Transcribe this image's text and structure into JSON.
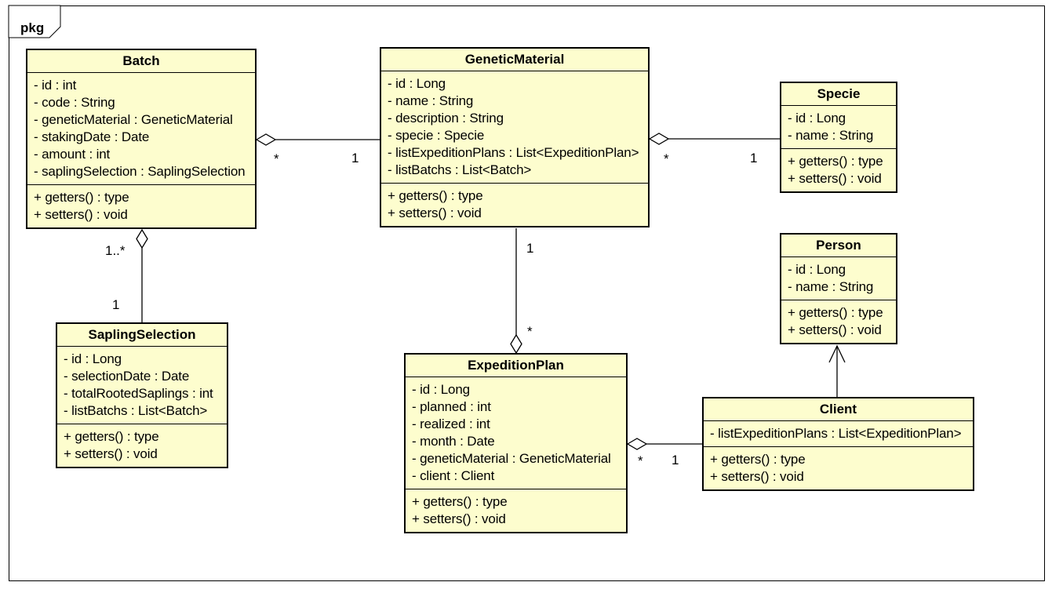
{
  "package_label": "pkg",
  "colors": {
    "class_fill": "#FDFDCE",
    "border": "#000000",
    "background": "#FFFFFF"
  },
  "classes": [
    {
      "name": "Batch",
      "attributes": [
        "- id : int",
        "- code : String",
        "- geneticMaterial : GeneticMaterial",
        "- stakingDate : Date",
        "- amount : int",
        "- saplingSelection : SaplingSelection"
      ],
      "methods": [
        "+ getters() : type",
        "+ setters() : void"
      ]
    },
    {
      "name": "GeneticMaterial",
      "attributes": [
        "- id : Long",
        "- name : String",
        "- description : String",
        "- specie : Specie",
        "- listExpeditionPlans : List<ExpeditionPlan>",
        "- listBatchs : List<Batch>"
      ],
      "methods": [
        "+ getters() : type",
        "+ setters() : void"
      ]
    },
    {
      "name": "Specie",
      "attributes": [
        "- id : Long",
        "- name : String"
      ],
      "methods": [
        "+ getters() : type",
        "+ setters() : void"
      ]
    },
    {
      "name": "Person",
      "attributes": [
        "- id : Long",
        "- name : String"
      ],
      "methods": [
        "+ getters() : type",
        "+ setters() : void"
      ]
    },
    {
      "name": "SaplingSelection",
      "attributes": [
        "- id : Long",
        "- selectionDate : Date",
        "- totalRootedSaplings : int",
        "- listBatchs : List<Batch>"
      ],
      "methods": [
        "+ getters() : type",
        "+ setters() : void"
      ]
    },
    {
      "name": "ExpeditionPlan",
      "attributes": [
        "- id : Long",
        "- planned : int",
        "- realized : int",
        "- month : Date",
        "- geneticMaterial : GeneticMaterial",
        "- client : Client"
      ],
      "methods": [
        "+ getters() : type",
        "+ setters() : void"
      ]
    },
    {
      "name": "Client",
      "attributes": [
        "- listExpeditionPlans : List<ExpeditionPlan>"
      ],
      "methods": [
        "+ getters() : type",
        "+ setters() : void"
      ]
    }
  ],
  "relations": [
    {
      "from": "Batch",
      "to": "GeneticMaterial",
      "type": "aggregation",
      "diamond_at": "Batch",
      "mult_near_diamond": "*",
      "mult_at_far_end": "1"
    },
    {
      "from": "GeneticMaterial",
      "to": "Specie",
      "type": "aggregation",
      "diamond_at": "GeneticMaterial",
      "mult_near_diamond": "*",
      "mult_at_far_end": "1"
    },
    {
      "from": "Batch",
      "to": "SaplingSelection",
      "type": "aggregation",
      "diamond_at": "Batch",
      "mult_near_diamond": "1..*",
      "mult_at_far_end": "1"
    },
    {
      "from": "ExpeditionPlan",
      "to": "GeneticMaterial",
      "type": "aggregation",
      "diamond_at": "ExpeditionPlan",
      "mult_near_diamond": "*",
      "mult_at_far_end": "1"
    },
    {
      "from": "ExpeditionPlan",
      "to": "Client",
      "type": "aggregation",
      "diamond_at": "ExpeditionPlan",
      "mult_near_diamond": "*",
      "mult_at_far_end": "1"
    },
    {
      "from": "Client",
      "to": "Person",
      "type": "generalization"
    }
  ]
}
